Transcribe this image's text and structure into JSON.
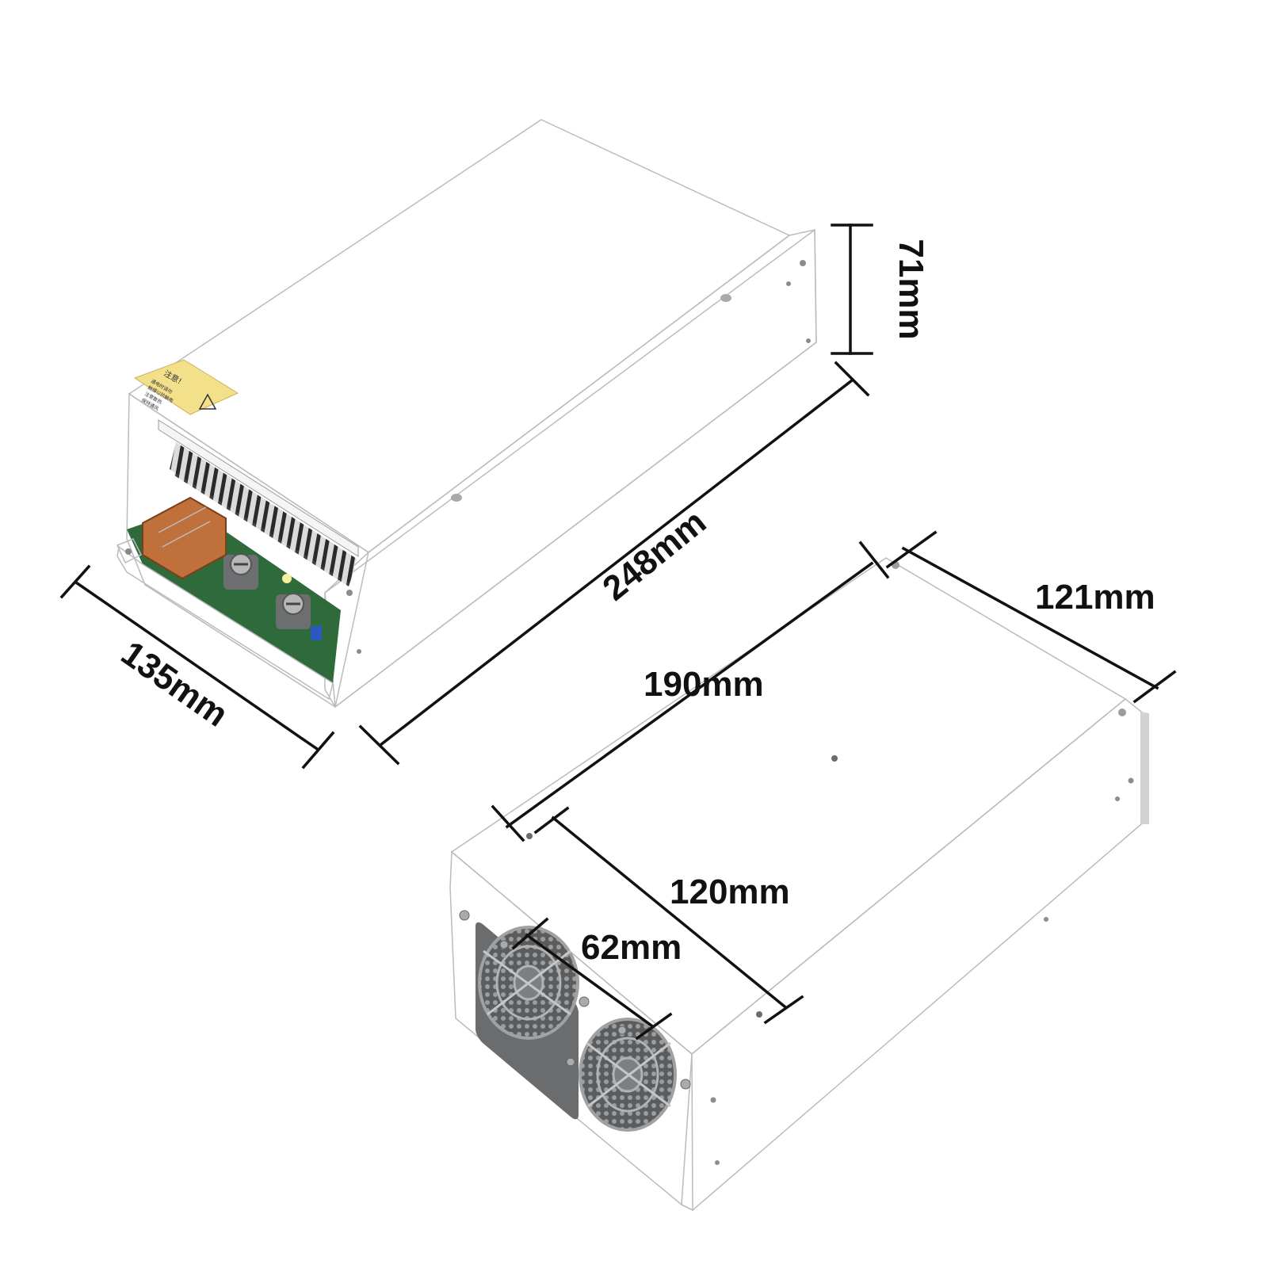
{
  "dimensions": {
    "height": "71mm",
    "length": "248mm",
    "width": "135mm",
    "mount_length": "190mm",
    "mount_width": "121mm",
    "mount_depth": "120mm",
    "fan_spacing": "62mm"
  },
  "warning_label": {
    "heading": "注意!",
    "lines": [
      "通电时请勿",
      "触摸以防触电",
      "注意散热",
      "保持通风"
    ]
  },
  "colors": {
    "case": "#e8e9eb",
    "case_shadow": "#cfd1d3",
    "label": "#f3e08a",
    "pcb": "#2f6b3a",
    "terminal": "#c0703a",
    "dimension_line": "#111111"
  }
}
